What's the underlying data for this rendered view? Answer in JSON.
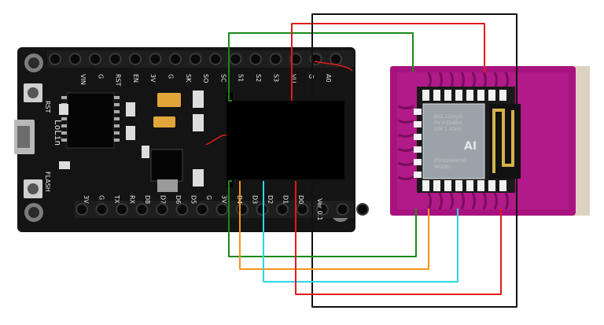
{
  "board": {
    "brand": "LoLin",
    "rst_label": "RST",
    "flash_label": "FLASH",
    "version_label": "Ver 0.1",
    "top_pins": [
      "VIN",
      "G",
      "RST",
      "EN",
      "3V",
      "G",
      "SK",
      "SO",
      "SC",
      "S1",
      "S2",
      "S3",
      "VU",
      "G",
      "A0"
    ],
    "bottom_pins": [
      "3V",
      "G",
      "TX",
      "RX",
      "D8",
      "D7",
      "D6",
      "D5",
      "G",
      "3V",
      "D4",
      "D3",
      "D2",
      "D1",
      "D0"
    ],
    "colors": {
      "pcb": "#141414",
      "header": "#1e1e1e",
      "mask": "#000000"
    }
  },
  "module": {
    "shield_text": [
      "MODEL",
      "ESP8266MOD",
      "ISM 2.4GHz",
      "PA +25dBm",
      "802.11b/g/n"
    ],
    "logo_text": "AI",
    "holder_color": "#a8127f"
  },
  "wires": [
    {
      "color": "#1a8a1a"
    },
    {
      "color": "#e21b1b"
    },
    {
      "color": "#111111"
    },
    {
      "color": "#f39419"
    },
    {
      "color": "#2fd6e6"
    }
  ]
}
